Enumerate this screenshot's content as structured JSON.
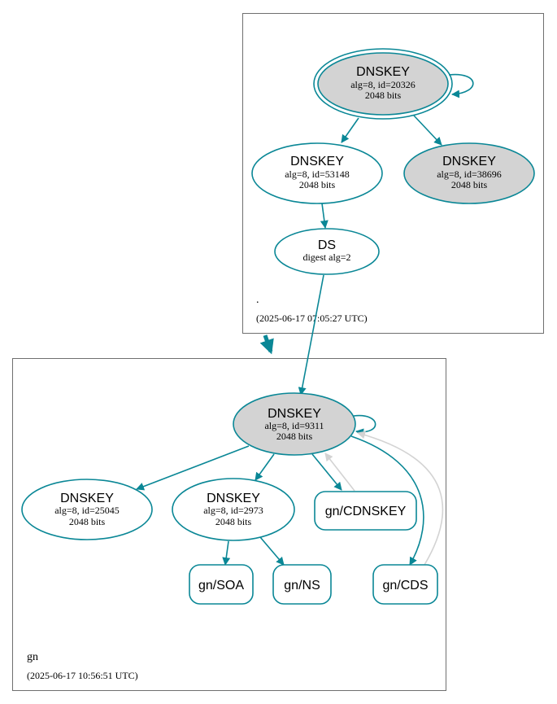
{
  "colors": {
    "edge": "#0a8796",
    "ksk_fill": "#d3d3d3",
    "zone_border": "#6f6f6f",
    "cds_edge": "#d3d3d3",
    "background": "#ffffff"
  },
  "zones": {
    "root": {
      "name": ".",
      "timestamp": "(2025-06-17 07:05:27 UTC)"
    },
    "gn": {
      "name": "gn",
      "timestamp": "(2025-06-17 10:56:51 UTC)"
    }
  },
  "nodes": {
    "root_ksk": {
      "title": "DNSKEY",
      "line1": "alg=8, id=20326",
      "line2": "2048 bits"
    },
    "root_zsk1": {
      "title": "DNSKEY",
      "line1": "alg=8, id=53148",
      "line2": "2048 bits"
    },
    "root_zsk2": {
      "title": "DNSKEY",
      "line1": "alg=8, id=38696",
      "line2": "2048 bits"
    },
    "root_ds": {
      "title": "DS",
      "line1": "digest alg=2"
    },
    "gn_ksk": {
      "title": "DNSKEY",
      "line1": "alg=8, id=9311",
      "line2": "2048 bits"
    },
    "gn_key1": {
      "title": "DNSKEY",
      "line1": "alg=8, id=25045",
      "line2": "2048 bits"
    },
    "gn_key2": {
      "title": "DNSKEY",
      "line1": "alg=8, id=2973",
      "line2": "2048 bits"
    },
    "gn_cdnskey": {
      "title": "gn/CDNSKEY"
    },
    "gn_soa": {
      "title": "gn/SOA"
    },
    "gn_ns": {
      "title": "gn/NS"
    },
    "gn_cds": {
      "title": "gn/CDS"
    }
  }
}
